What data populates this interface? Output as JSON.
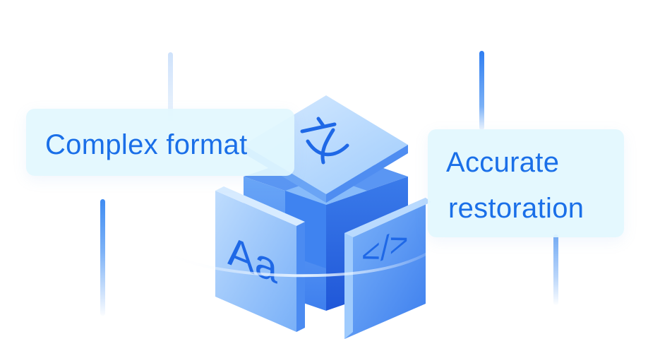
{
  "features": {
    "left": {
      "label": "Complex format"
    },
    "right": {
      "line1": "Accurate",
      "line2": "restoration"
    }
  },
  "cube": {
    "top_face_glyph": "文",
    "left_face_glyph": "Aa",
    "right_face_glyph": "</>"
  },
  "colors": {
    "accent_text": "#1a6fe8",
    "card_bg": "#e2f7fe",
    "cube_dark": "#2f6fe6",
    "cube_light": "#9cc7fb"
  }
}
